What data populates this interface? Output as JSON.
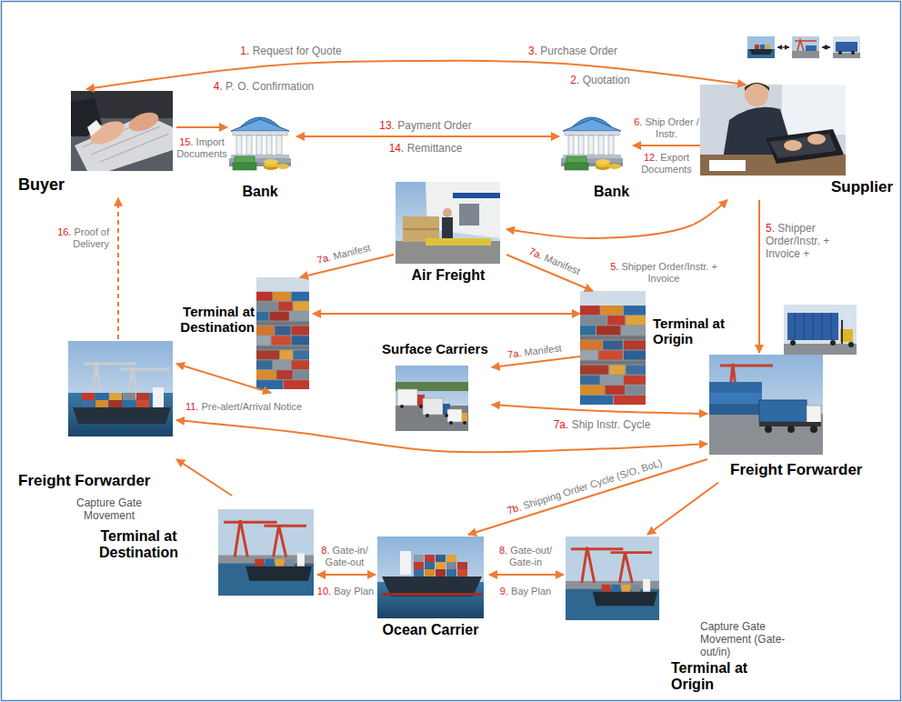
{
  "diagram": {
    "nodes": [
      {
        "text": [
          "Buyer"
        ]
      },
      {
        "text": [
          "Bank"
        ]
      },
      {
        "text": [
          "Bank"
        ]
      },
      {
        "text": [
          "Supplier"
        ]
      },
      {
        "text": [
          "Air Freight"
        ]
      },
      {
        "text": [
          "Terminal at Destination"
        ]
      },
      {
        "text": [
          "Terminal at Origin"
        ]
      },
      {
        "text": [
          "Surface Carriers"
        ]
      },
      {
        "text": [
          "Freight Forwarder"
        ]
      },
      {
        "text": [
          "Freight Forwarder"
        ]
      },
      {
        "text": [
          "Capture Gate Movement",
          "Terminal at Destination"
        ]
      },
      {
        "text": [
          "Ocean Carrier"
        ]
      },
      {
        "text": [
          "Capture Gate Movement (Gate-out/in)",
          "Terminal at Origin"
        ]
      }
    ],
    "edges": [
      {
        "from": 0,
        "to": 3,
        "label": "1. Request for Quote",
        "arrow": "both"
      },
      {
        "from": 0,
        "to": 1,
        "label": "15. Import Documents",
        "arrow": "to"
      },
      {
        "from": 1,
        "to": 2,
        "label": "13. Payment Order",
        "arrow": "both"
      },
      {
        "from": 3,
        "to": 2,
        "label": "6. Ship Order / Instr.",
        "arrow": "to"
      },
      {
        "from": 4,
        "to": 3,
        "arrow": "both"
      },
      {
        "from": 4,
        "to": 5,
        "label": "7a. Manifest",
        "arrow": "to"
      },
      {
        "from": 4,
        "to": 6,
        "label": "7a. Manifest",
        "arrow": "to"
      },
      {
        "from": 5,
        "to": 6,
        "arrow": "both"
      },
      {
        "from": 3,
        "to": 9,
        "label": "5. Shipper Order/Instr. + Invoice +",
        "arrow": "to"
      },
      {
        "from": 6,
        "to": 7,
        "label": "7a. Manifest",
        "arrow": "to"
      },
      {
        "from": 7,
        "to": 9,
        "label": "7a. Ship Instr. Cycle",
        "arrow": "both"
      },
      {
        "from": 8,
        "to": 9,
        "label": "11. Pre-alert/Arrival Notice",
        "arrow": "both"
      },
      {
        "from": 8,
        "to": 5,
        "arrow": "both"
      },
      {
        "from": 10,
        "to": 8,
        "arrow": "to"
      },
      {
        "from": 9,
        "to": 11,
        "label": "7b. Shipping Order Cycle (S/O, BoL)",
        "arrow": "to"
      },
      {
        "from": 9,
        "to": 12,
        "arrow": "to"
      },
      {
        "from": 10,
        "to": 11,
        "label": "8. Gate-in/ Gate-out",
        "arrow": "both"
      },
      {
        "from": 11,
        "to": 12,
        "label": "8. Gate-out/ Gate-in",
        "arrow": "both"
      },
      {
        "from": 8,
        "to": 0,
        "label": "16. Proof of Delivery",
        "arrow": "to"
      }
    ],
    "labels": [
      "3. Purchase Order",
      "4. P. O. Confirmation",
      "2. Quotation",
      "14. Remittance",
      "12. Export Documents",
      "5. Shipper Order/Instr. + Invoice",
      "10. Bay Plan",
      "9. Bay Plan"
    ]
  }
}
